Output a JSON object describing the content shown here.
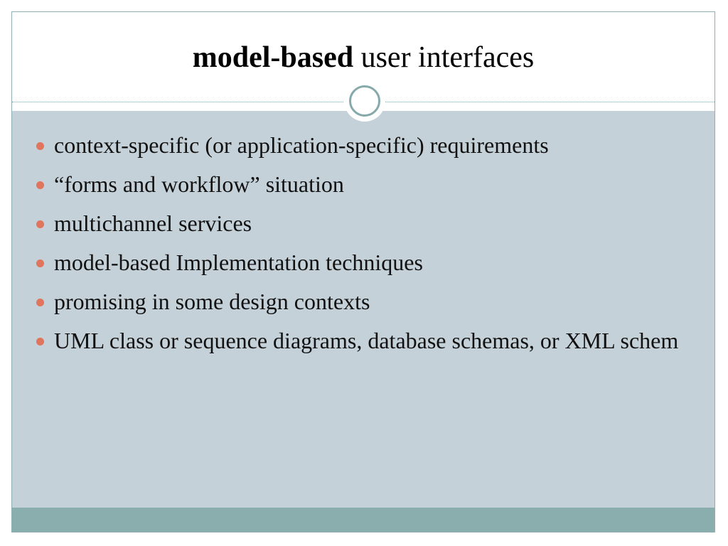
{
  "slide": {
    "title_bold": "model-based",
    "title_rest": " user interfaces",
    "bullets": [
      {
        "text": "context-specific (or application-specific) requirements"
      },
      {
        "text": "“forms and workflow” situation"
      },
      {
        "text": "multichannel services"
      },
      {
        "text": "model-based Implementation techniques"
      },
      {
        "text": "promising in some design contexts"
      },
      {
        "text": "UML class or sequence diagrams, database schemas, or XML schem"
      }
    ]
  },
  "colors": {
    "body_background": "#c5d1d8",
    "accent_teal": "#8aadad",
    "bullet": "#e0745d"
  }
}
